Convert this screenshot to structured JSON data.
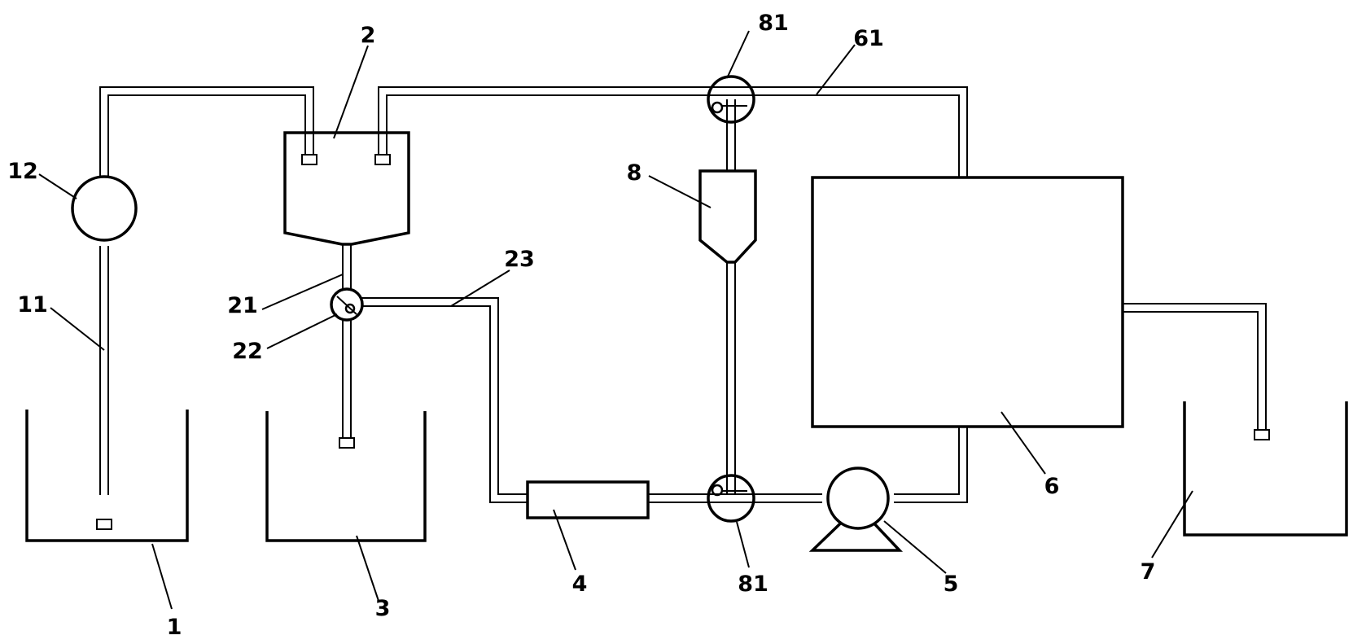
{
  "labels": {
    "l1": "1",
    "l2": "2",
    "l3": "3",
    "l4": "4",
    "l5": "5",
    "l6": "6",
    "l7": "7",
    "l8": "8",
    "l11": "11",
    "l12": "12",
    "l21": "21",
    "l22": "22",
    "l23": "23",
    "l61": "61",
    "l81_top": "81",
    "l81_bottom": "81"
  }
}
